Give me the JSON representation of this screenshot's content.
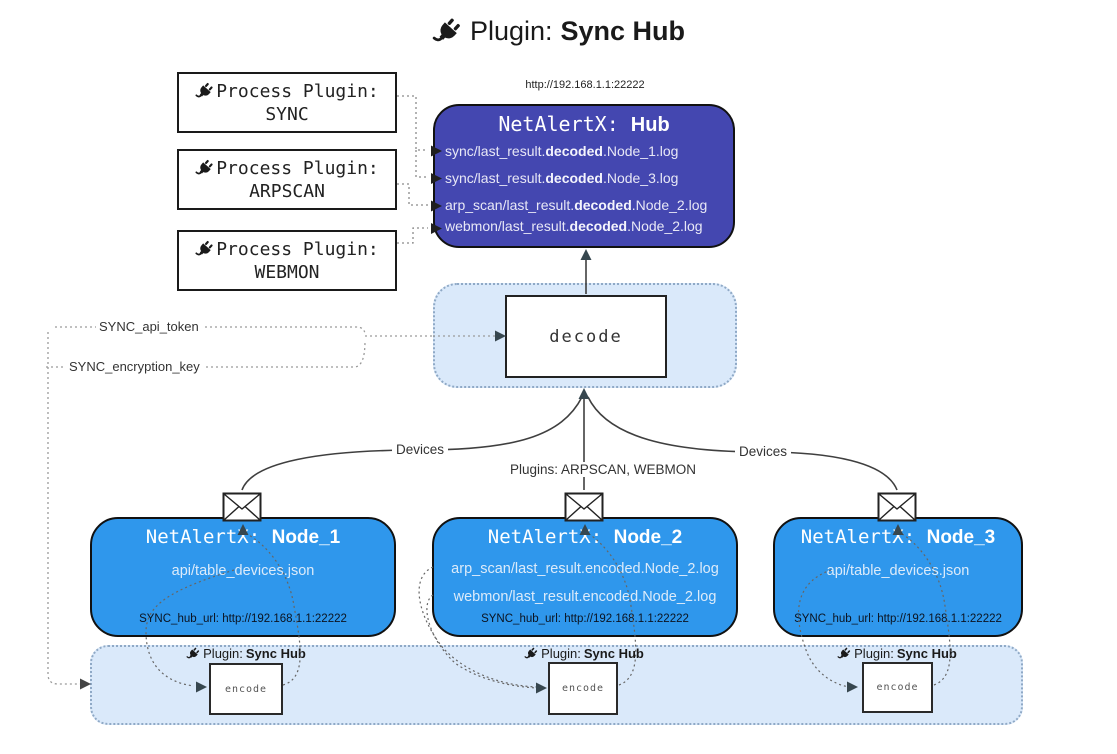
{
  "title": {
    "label": "Plugin:",
    "name": "Sync Hub"
  },
  "hub": {
    "url": "http://192.168.1.1:22222",
    "prefix": "NetAlertX: ",
    "name": "Hub",
    "files": [
      {
        "pre": "sync/last_result.",
        "bold": "decoded",
        "post": ".Node_1.log"
      },
      {
        "pre": "sync/last_result.",
        "bold": "decoded",
        "post": ".Node_3.log"
      },
      {
        "pre": "arp_scan/last_result.",
        "bold": "decoded",
        "post": ".Node_2.log"
      },
      {
        "pre": "webmon/last_result.",
        "bold": "decoded",
        "post": ".Node_2.log"
      }
    ]
  },
  "process_plugins": [
    {
      "label": "Process Plugin:",
      "name": "SYNC"
    },
    {
      "label": "Process Plugin:",
      "name": "ARPSCAN"
    },
    {
      "label": "Process Plugin:",
      "name": "WEBMON"
    }
  ],
  "decode": {
    "label": "decode"
  },
  "settings": {
    "api_token": "SYNC_api_token",
    "encryption_key": "SYNC_encryption_key"
  },
  "edge_labels": {
    "devices_left": "Devices",
    "devices_right": "Devices",
    "plugins": "Plugins: ARPSCAN, WEBMON"
  },
  "nodes": [
    {
      "prefix": "NetAlertX: ",
      "name": "Node_1",
      "files": [
        "api/table_devices.json"
      ],
      "hub_url": "SYNC_hub_url: http://192.168.1.1:22222"
    },
    {
      "prefix": "NetAlertX: ",
      "name": "Node_2",
      "files": [
        "arp_scan/last_result.encoded.Node_2.log",
        "webmon/last_result.encoded.Node_2.log"
      ],
      "hub_url": "SYNC_hub_url: http://192.168.1.1:22222"
    },
    {
      "prefix": "NetAlertX: ",
      "name": "Node_3",
      "files": [
        "api/table_devices.json"
      ],
      "hub_url": "SYNC_hub_url: http://192.168.1.1:22222"
    }
  ],
  "encoders": [
    {
      "label": "Plugin: ",
      "name": "Sync Hub",
      "box": "encode"
    },
    {
      "label": "Plugin: ",
      "name": "Sync Hub",
      "box": "encode"
    },
    {
      "label": "Plugin: ",
      "name": "Sync Hub",
      "box": "encode"
    }
  ],
  "colors": {
    "hub_fill": "#4447B0",
    "node_fill": "#2F97EC",
    "band_fill": "#DAE9FA",
    "band_border": "#8FA9C6",
    "arrow_dark": "#37474F",
    "line": "#3F3F3F"
  }
}
